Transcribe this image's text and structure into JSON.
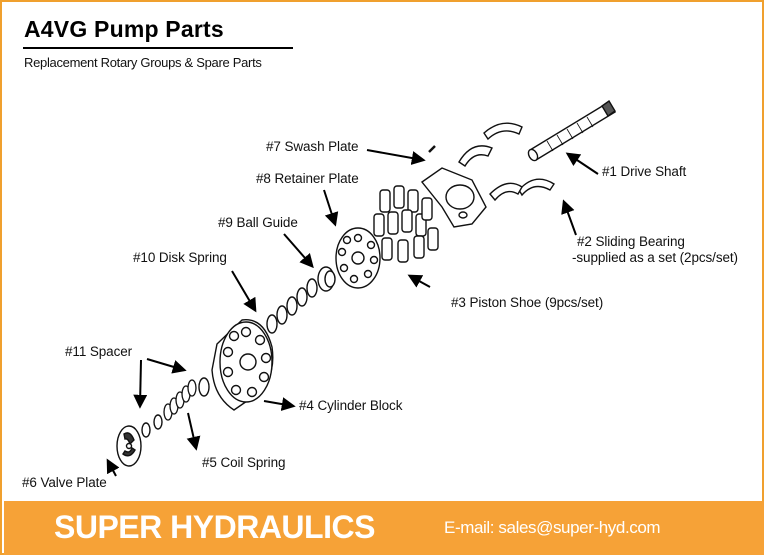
{
  "header": {
    "title": "A4VG  Pump Parts",
    "subtitle": "Replacement Rotary Groups & Spare Parts"
  },
  "parts": [
    {
      "id": "drive-shaft",
      "label": "#1 Drive Shaft"
    },
    {
      "id": "sliding-bearing",
      "label": "#2 Sliding Bearing",
      "note": "-supplied as a set (2pcs/set)"
    },
    {
      "id": "piston-shoe",
      "label": "#3 Piston Shoe (9pcs/set)"
    },
    {
      "id": "cylinder-block",
      "label": "#4 Cylinder Block"
    },
    {
      "id": "coil-spring",
      "label": "#5 Coil Spring"
    },
    {
      "id": "valve-plate",
      "label": "#6 Valve Plate"
    },
    {
      "id": "swash-plate",
      "label": "#7 Swash Plate"
    },
    {
      "id": "retainer-plate",
      "label": "#8 Retainer Plate"
    },
    {
      "id": "ball-guide",
      "label": "#9 Ball Guide"
    },
    {
      "id": "disk-spring",
      "label": "#10 Disk Spring"
    },
    {
      "id": "spacer",
      "label": "#11 Spacer"
    }
  ],
  "footer": {
    "brand": "SUPER HYDRAULICS",
    "email": "E-mail: sales@super-hyd.com"
  },
  "colors": {
    "accent": "#f6a237",
    "footer_text": "#ffffff",
    "ink": "#111111"
  }
}
